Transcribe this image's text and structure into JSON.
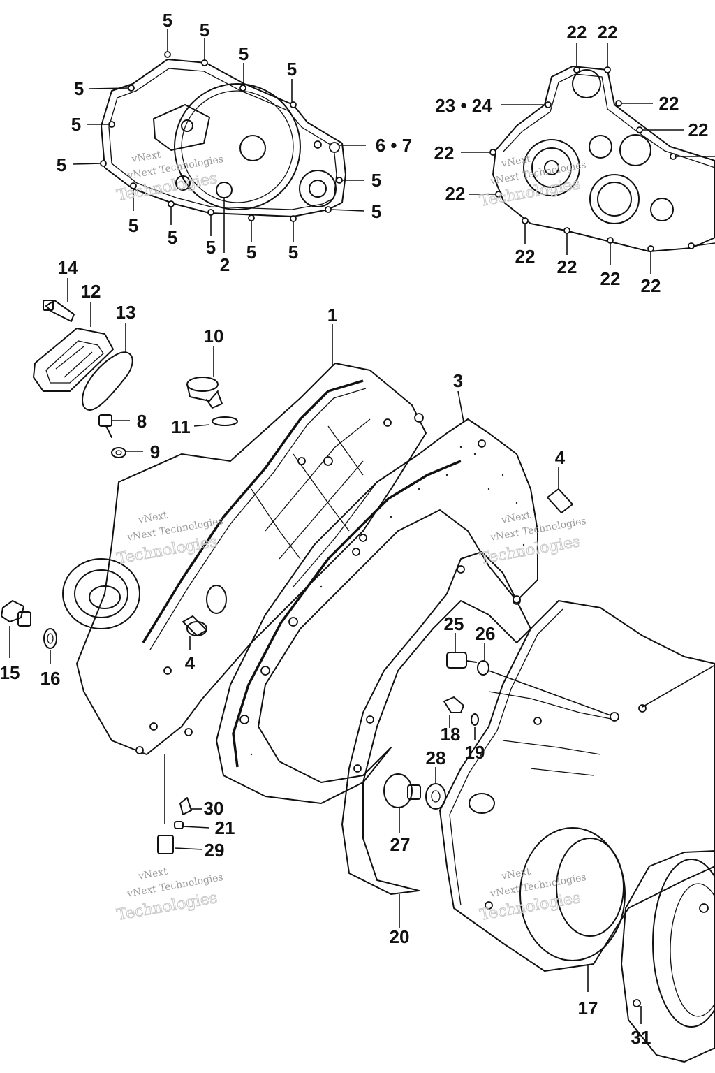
{
  "watermark": {
    "line1": "vNext",
    "line2": "vNext Technologies",
    "line3": "Technologies"
  },
  "callouts": {
    "c1": "1",
    "c2": "2",
    "c3": "3",
    "c4a": "4",
    "c4b": "4",
    "c5": "5",
    "c6_7": "6 • 7",
    "c8": "8",
    "c9": "9",
    "c10": "10",
    "c11": "11",
    "c12": "12",
    "c13": "13",
    "c14": "14",
    "c15": "15",
    "c16": "16",
    "c17": "17",
    "c18": "18",
    "c19": "19",
    "c20": "20",
    "c21": "21",
    "c22": "22",
    "c23_24": "23 • 24",
    "c25": "25",
    "c26": "26",
    "c27": "27",
    "c28": "28",
    "c29": "29",
    "c30": "30",
    "c31": "31"
  }
}
